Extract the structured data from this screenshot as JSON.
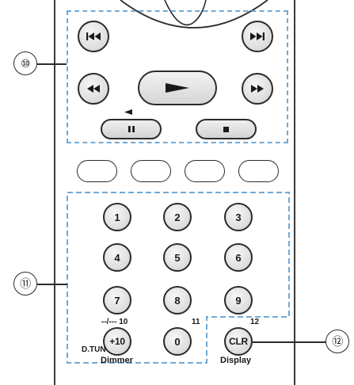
{
  "callouts": {
    "transport": "⑩",
    "numeric": "⑪",
    "clear": "⑫"
  },
  "transport": {
    "prev_icon": "skip-previous-icon",
    "next_icon": "skip-next-icon",
    "rewind_icon": "rewind-icon",
    "play_icon": "play-icon",
    "forward_icon": "fast-forward-icon",
    "pause_icon": "pause-icon",
    "stop_icon": "stop-icon",
    "step_back_icon": "step-back-icon"
  },
  "keypad": {
    "keys": [
      "1",
      "2",
      "3",
      "4",
      "5",
      "6",
      "7",
      "8",
      "9",
      "+10",
      "0",
      "CLR"
    ],
    "plus10_above": "--/--- 10",
    "zero_above": "11",
    "clr_above": "12",
    "dtun_label": "D.TUN",
    "dimmer_label": "Dimmer",
    "display_label": "Display"
  },
  "colors": {
    "dashed_box": "#6fa9d6",
    "outline": "#2a2a2a"
  }
}
